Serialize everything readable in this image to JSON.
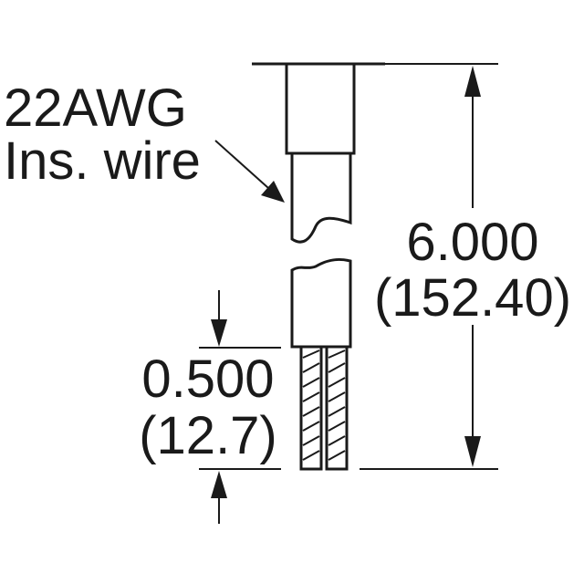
{
  "wire_label": {
    "line1": "22AWG",
    "line2": "Ins. wire"
  },
  "length_dimension": {
    "inches": "6.000",
    "millimeters": "(152.40)"
  },
  "strip_dimension": {
    "inches": "0.500",
    "millimeters": "(12.7)"
  },
  "colors": {
    "ink": "#1a1a1a",
    "background": "#ffffff"
  }
}
